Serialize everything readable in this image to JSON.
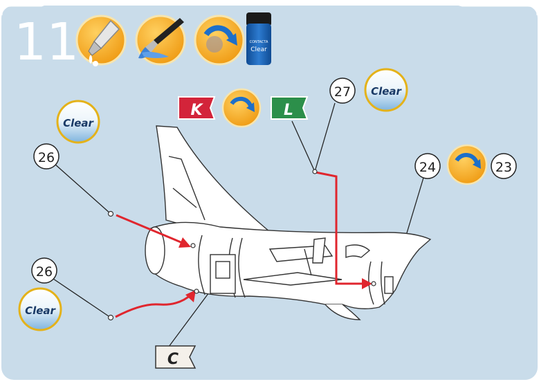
{
  "step": {
    "number": "11"
  },
  "header_icons": [
    {
      "name": "glue-tube-icon"
    },
    {
      "name": "paintbrush-icon"
    },
    {
      "name": "rotate-icon"
    },
    {
      "name": "paint-jar-icon",
      "label_top": "CONTACTA",
      "label_main": "Clear"
    }
  ],
  "decals": {
    "k": "K",
    "l": "L",
    "c": "C"
  },
  "parts": {
    "p27": "27",
    "p26a": "26",
    "p26b": "26",
    "p24": "24",
    "p23": "23"
  },
  "clear_badges": {
    "text": "Clear"
  },
  "colors": {
    "panel": "#c9dcea",
    "orange": "#f2a71c",
    "flag_red": "#d3243a",
    "flag_green": "#2c8f4a",
    "arrow_red": "#e0262e",
    "jar_blue": "#1c5fae"
  }
}
